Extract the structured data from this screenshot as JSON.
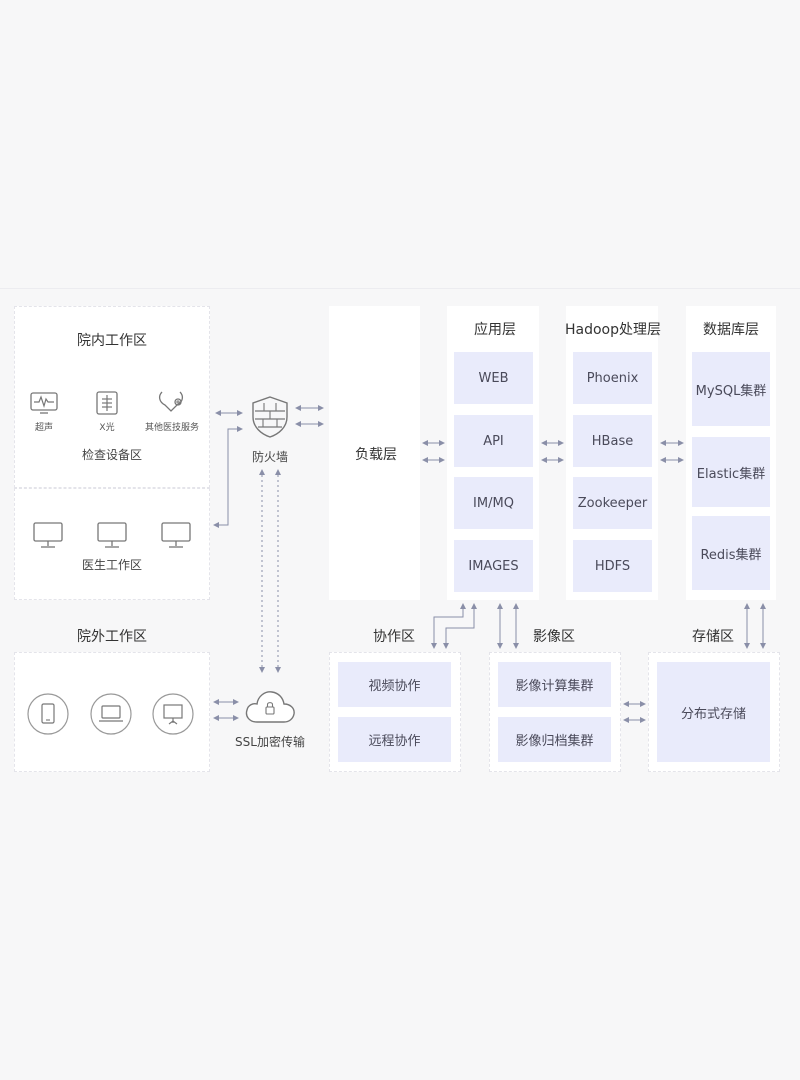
{
  "hospital_inner": {
    "title": "院内工作区",
    "devices": [
      {
        "label": "超声",
        "icon": "ultrasound-monitor-icon"
      },
      {
        "label": "X光",
        "icon": "xray-icon"
      },
      {
        "label": "其他医技服务",
        "icon": "stethoscope-icon"
      }
    ],
    "device_group_label": "检查设备区",
    "doctor_area_label": "医生工作区"
  },
  "hospital_outer": {
    "title": "院外工作区"
  },
  "firewall": {
    "label": "防火墙"
  },
  "ssl": {
    "label": "SSL加密传输"
  },
  "load_layer": {
    "label": "负载层"
  },
  "app_layer": {
    "title": "应用层",
    "items": [
      "WEB",
      "API",
      "IM/MQ",
      "IMAGES"
    ]
  },
  "hadoop_layer": {
    "title": "Hadoop处理层",
    "items": [
      "Phoenix",
      "HBase",
      "Zookeeper",
      "HDFS"
    ]
  },
  "db_layer": {
    "title": "数据库层",
    "items": [
      "MySQL集群",
      "Elastic集群",
      "Redis集群"
    ]
  },
  "collab_zone": {
    "title": "协作区",
    "items": [
      "视频协作",
      "远程协作"
    ]
  },
  "imaging_zone": {
    "title": "影像区",
    "items": [
      "影像计算集群",
      "影像归档集群"
    ]
  },
  "storage_zone": {
    "title": "存储区",
    "items": [
      "分布式存储"
    ]
  },
  "colors": {
    "background": "#f7f7f8",
    "panel": "#ffffff",
    "cell": "#e9ebfb",
    "connector": "#8a8fa8"
  }
}
